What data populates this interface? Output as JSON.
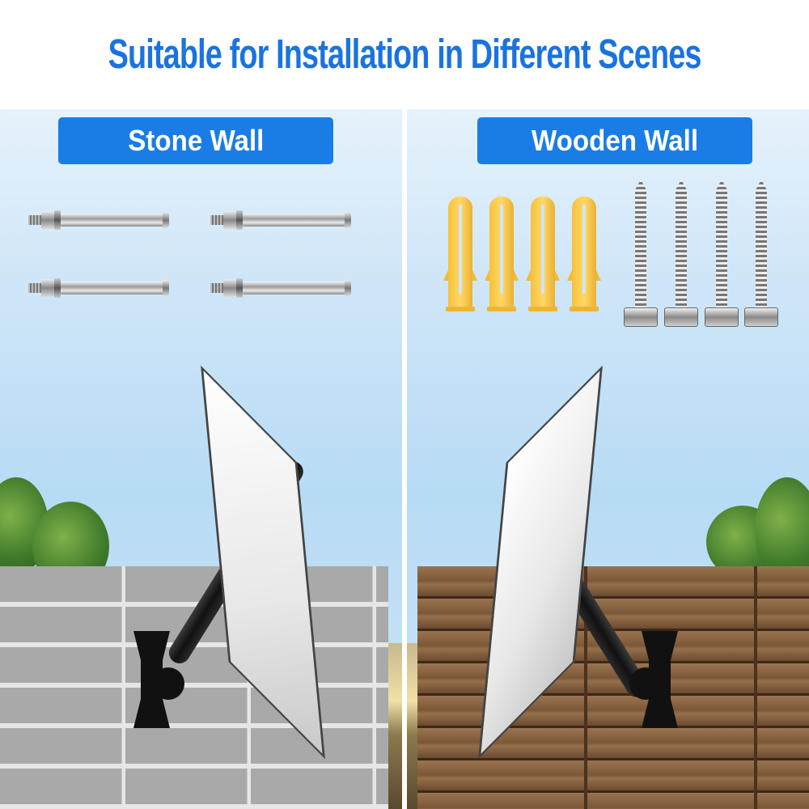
{
  "headline": "Suitable for Installation in Different Scenes",
  "panels": [
    {
      "label": "Stone Wall",
      "hardware": "expansion-anchor-bolts",
      "hardware_count": 4,
      "wall_type": "stone"
    },
    {
      "label": "Wooden Wall",
      "hardware": [
        "plastic-wall-anchors",
        "self-tapping-screws"
      ],
      "plastic_anchor_count": 4,
      "screw_count": 4,
      "wall_type": "wood"
    }
  ],
  "colors": {
    "headline_text": "#1a73e0",
    "label_bg": "#1a7de6",
    "label_text": "#ffffff",
    "sky": "#b8dbf5",
    "plastic_anchor": "#f6c13a",
    "mount_black": "#111111"
  }
}
